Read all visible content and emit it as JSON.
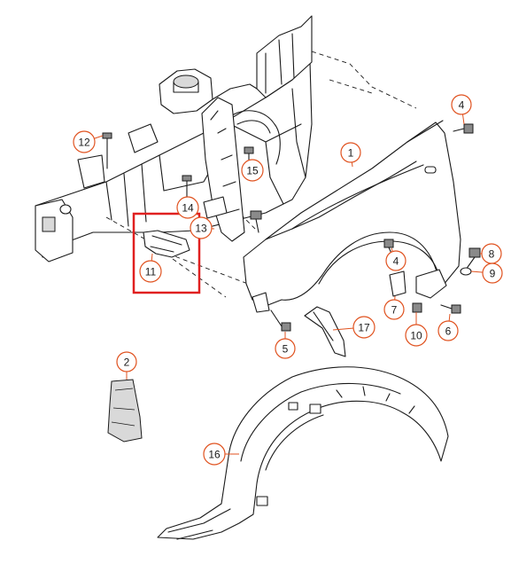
{
  "colors": {
    "callout": "#e0521f",
    "highlight": "#e02020",
    "line": "#1a1a1a"
  },
  "callouts": [
    {
      "id": "callout-1",
      "label": "1"
    },
    {
      "id": "callout-2",
      "label": "2"
    },
    {
      "id": "callout-4-top",
      "label": "4"
    },
    {
      "id": "callout-4-mid",
      "label": "4"
    },
    {
      "id": "callout-5",
      "label": "5"
    },
    {
      "id": "callout-6",
      "label": "6"
    },
    {
      "id": "callout-7",
      "label": "7"
    },
    {
      "id": "callout-8",
      "label": "8"
    },
    {
      "id": "callout-9",
      "label": "9"
    },
    {
      "id": "callout-10",
      "label": "10"
    },
    {
      "id": "callout-11",
      "label": "11"
    },
    {
      "id": "callout-12",
      "label": "12"
    },
    {
      "id": "callout-13",
      "label": "13"
    },
    {
      "id": "callout-14",
      "label": "14"
    },
    {
      "id": "callout-15",
      "label": "15"
    },
    {
      "id": "callout-16",
      "label": "16"
    },
    {
      "id": "callout-17",
      "label": "17"
    }
  ]
}
